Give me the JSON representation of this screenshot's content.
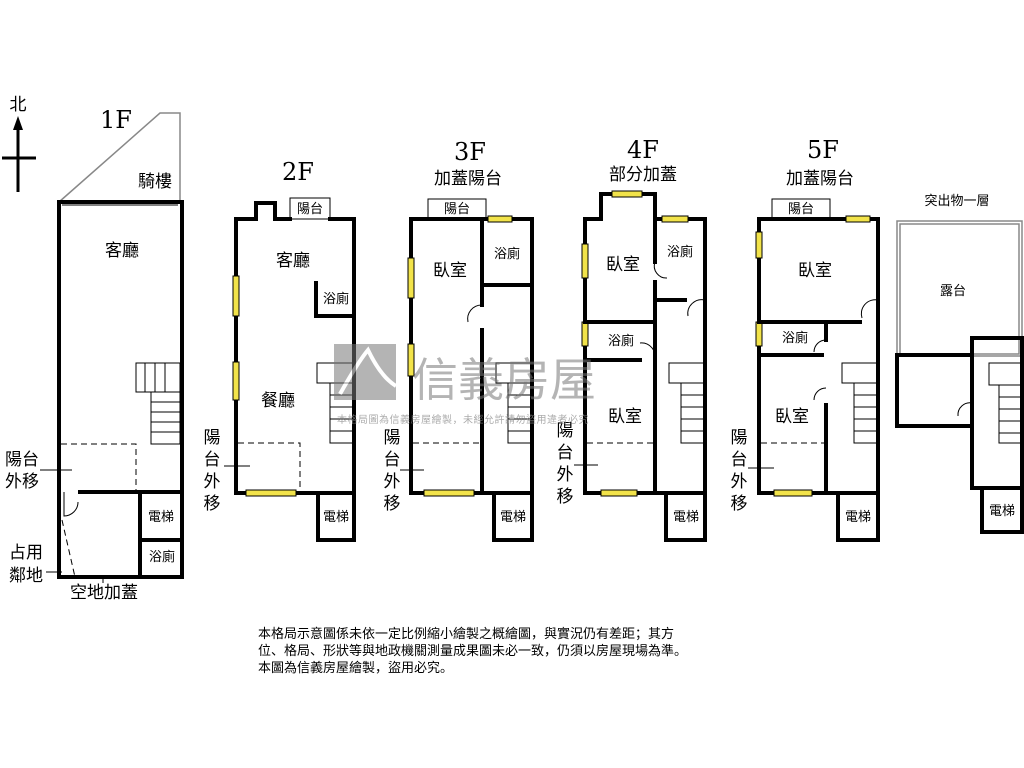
{
  "compass": {
    "north": "北"
  },
  "floors": {
    "f1": {
      "title": "1F",
      "arcade": "騎樓",
      "living": "客廳",
      "balcony_moved": [
        "陽台",
        "外移"
      ],
      "elevator": "電梯",
      "bath": "浴廁",
      "occupied": [
        "占用",
        "鄰地"
      ],
      "addition": "空地加蓋"
    },
    "f2": {
      "title": "2F",
      "balcony": "陽台",
      "living": "客廳",
      "bath": "浴廁",
      "dining": "餐廳",
      "balcony_moved": [
        "陽",
        "台",
        "外",
        "移"
      ],
      "elevator": "電梯"
    },
    "f3": {
      "title": "3F",
      "subtitle": "加蓋陽台",
      "balcony": "陽台",
      "bedroom": "臥室",
      "bath": "浴廁",
      "balcony_moved": [
        "陽",
        "台",
        "外",
        "移"
      ],
      "elevator": "電梯"
    },
    "f4": {
      "title": "4F",
      "subtitle": "部分加蓋",
      "bedroom1": "臥室",
      "bath1": "浴廁",
      "bath2": "浴廁",
      "bedroom2": "臥室",
      "balcony_moved": [
        "陽",
        "台",
        "外",
        "移"
      ],
      "elevator": "電梯"
    },
    "f5": {
      "title": "5F",
      "subtitle": "加蓋陽台",
      "balcony": "陽台",
      "bedroom1": "臥室",
      "bath": "浴廁",
      "bedroom2": "臥室",
      "balcony_moved": [
        "陽",
        "台",
        "外",
        "移"
      ],
      "elevator": "電梯"
    },
    "roof": {
      "title": "突出物一層",
      "terrace": "露台",
      "elevator": "電梯"
    }
  },
  "watermark": {
    "brand": "信義房屋",
    "notice": "本格局圖為信義房屋繪製，未經允許請勿盜用違者必究"
  },
  "note": [
    "本格局示意圖係未依一定比例縮小繪製之概繪圖，與實況仍有差距；其方",
    "位、格局、形狀等與地政機關測量成果圖未必一致，仍須以房屋現場為準。",
    "本圖為信義房屋繪製，盜用必究。"
  ]
}
